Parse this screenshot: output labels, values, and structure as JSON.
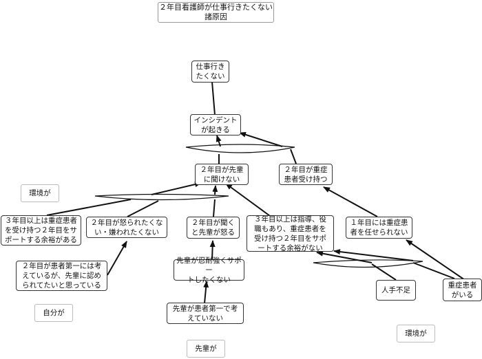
{
  "title": "２年目看護師が仕事行きたくない\n諸原因",
  "nodes": {
    "shigoto": "仕事行き\nたくない",
    "incident": "インシデント\nが起きる",
    "kikenai": "２年目が先輩\nに聞けない",
    "juushou_uke": "２年目が重症\n患者受け持つ",
    "sannen_yoyuu": "３年目以上は重症患者\nを受け持つ２年目をサ\nポートする余裕がある",
    "okorare": "２年目が怒られたくな\nい・嫌われたくない",
    "kiku_okoru": "２年目が聞く\nと先輩が怒る",
    "sannen_shidou": "３年目以上は指導、役\n職もあり、重症患者を\n受け持つ２年目をサポ\nートする余裕がない",
    "ichinen": "１年目には重症患\n者を任せられない",
    "kanja_daiichi": "２年目が患者第一には考\nえているが、先輩に認め\nられてたいと思っている",
    "nintai": "先輩が忍耐強くサポー\nトしたくない",
    "hitode": "人手不足",
    "juushou_iru": "重症患者\nがいる",
    "senpai_kanja": "先輩が患者第一で考\nえていない"
  },
  "labels": {
    "kankyou_left": "環境が",
    "jibun": "自分が",
    "senpai": "先輩が",
    "kankyou_right": "環境が"
  }
}
